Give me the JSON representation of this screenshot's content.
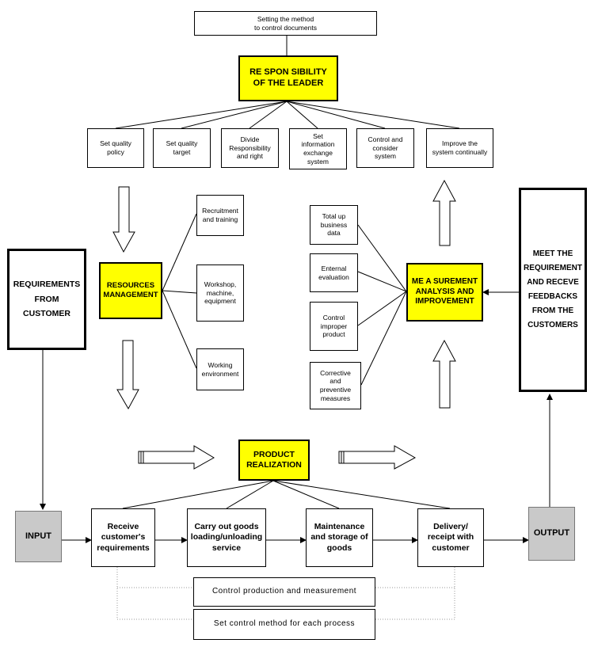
{
  "top": {
    "method_box": "Setting the method\nto control documents",
    "leader": "RE SPON SIBILITY\nOF THE LEADER"
  },
  "leader_items": [
    "Set quality\npolicy",
    "Set quality\ntarget",
    "Divide\nResponsibility\nand right",
    "Set\ninformation\nexchange\nsystem",
    "Control and\nconsider\nsystem",
    "Improve the\nsystem continually"
  ],
  "customer": {
    "requirements": "REQUIREMENTS\nFROM\nCUSTOMER",
    "meet": "MEET THE\nREQUIREMENT\nAND RECEVE\nFEEDBACKS\nFROM THE\nCUSTOMERS"
  },
  "resources": {
    "title": "RESOURCES\nMANAGEMENT",
    "items": [
      "Recruitment\nand training",
      "Workshop,\nmachine,\nequipment",
      "Working\nenvironment"
    ]
  },
  "measurement": {
    "title": "ME A SUREMENT\nANALYSIS AND\nIMPROVEMENT",
    "items": [
      "Total up\nbusiness\ndata",
      "Enternal\nevaluation",
      "Control\nimproper\nproduct",
      "Corrective\nand\npreventive\nmeasures"
    ]
  },
  "product": {
    "title": "PRODUCT\nREALIZATION"
  },
  "process": {
    "input": "INPUT",
    "output": "OUTPUT",
    "steps": [
      "Receive\ncustomer's\nrequirements",
      "Carry out goods\nloading/unloading\nservice",
      "Maintenance\nand storage of\ngoods",
      "Delivery/\nreceipt with\ncustomer"
    ]
  },
  "controls": {
    "production": "Control production and measurement",
    "method": "Set control method for each process"
  }
}
